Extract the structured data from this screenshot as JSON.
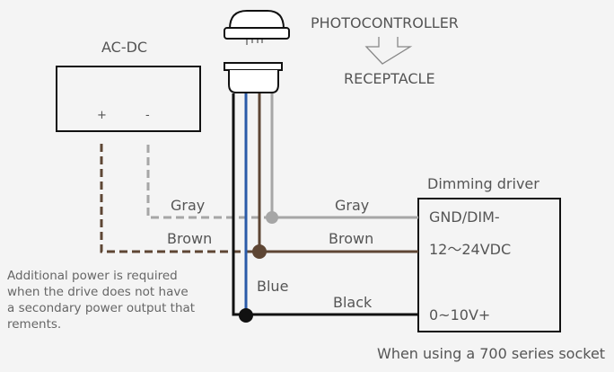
{
  "title": {
    "photocontroller": "PHOTOCONTROLLER",
    "receptacle": "RECEPTACLE"
  },
  "power_supply": {
    "label": "AC-DC",
    "plus": "+",
    "minus": "-"
  },
  "wires": {
    "gray_left": "Gray",
    "brown_left": "Brown",
    "gray_right": "Gray",
    "brown_right": "Brown",
    "blue": "Blue",
    "black": "Black"
  },
  "driver": {
    "title": "Dimming driver",
    "terminal_gnd": "GND/DIM-",
    "terminal_power": "12～24VDC",
    "terminal_signal": "0~10V+"
  },
  "note": {
    "lines": [
      "Additional power is required",
      "when the drive does not have",
      "a secondary power output that",
      "rements."
    ]
  },
  "caption": "When using a 700 series socket",
  "colors": {
    "background": "#f4f4f4",
    "black_wire": "#111111",
    "blue_wire": "#2a5aa8",
    "brown_wire": "#5e4634",
    "gray_wire": "#a6a6a6",
    "text": "#555555"
  }
}
